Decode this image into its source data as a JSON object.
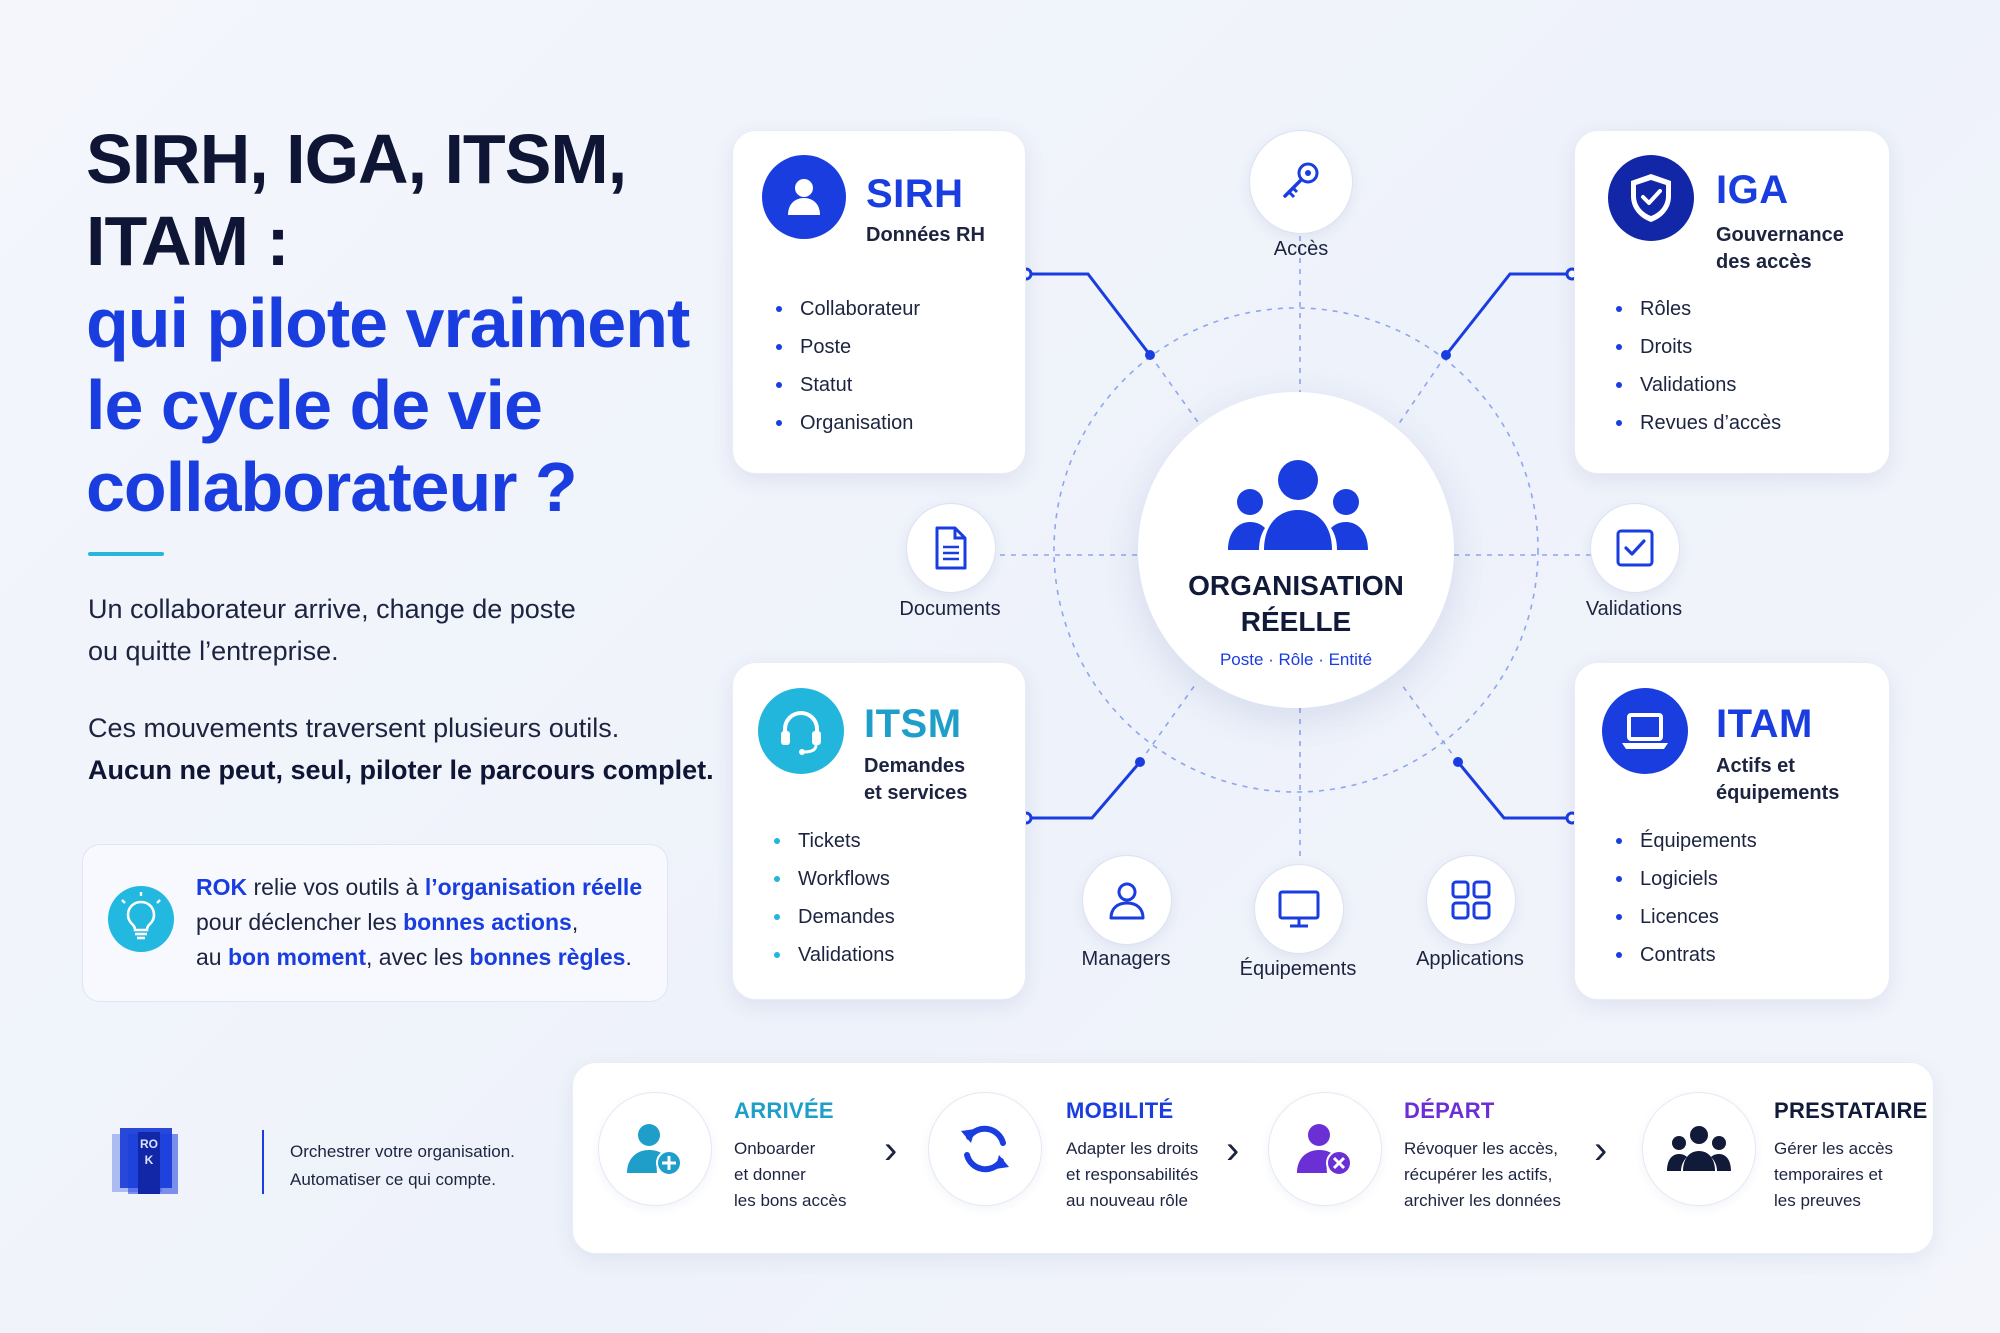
{
  "heading": {
    "line1": "SIRH, IGA, ITSM,",
    "line2": "ITAM :",
    "line3": "qui pilote vraiment",
    "line4": "le cycle de vie",
    "line5": "collaborateur ?"
  },
  "intro": {
    "p1_line1": "Un collaborateur arrive, change de poste",
    "p1_line2": "ou quitte l’entreprise.",
    "p2_line1": "Ces mouvements traversent plusieurs outils.",
    "p2_line2": "Aucun ne peut, seul, piloter le parcours complet."
  },
  "rok_box": {
    "brand": "ROK",
    "t1": " relie vos outils à ",
    "h1": "l’organisation réelle",
    "t2": "pour déclencher les ",
    "h2": "bonnes actions",
    "t3": ",",
    "t4": "au ",
    "h3": "bon moment",
    "t5": ", avec les ",
    "h4": "bonnes règles",
    "t6": "."
  },
  "center": {
    "title_line1": "ORGANISATION",
    "title_line2": "RÉELLE",
    "subtitle": "Poste · Rôle · Entité"
  },
  "cards": {
    "sirh": {
      "title": "SIRH",
      "sub1": "Données RH",
      "items": [
        "Collaborateur",
        "Poste",
        "Statut",
        "Organisation"
      ]
    },
    "iga": {
      "title": "IGA",
      "sub1": "Gouvernance",
      "sub2": "des accès",
      "items": [
        "Rôles",
        "Droits",
        "Validations",
        "Revues d’accès"
      ]
    },
    "itsm": {
      "title": "ITSM",
      "sub1": "Demandes",
      "sub2": "et services",
      "items": [
        "Tickets",
        "Workflows",
        "Demandes",
        "Validations"
      ]
    },
    "itam": {
      "title": "ITAM",
      "sub1": "Actifs et",
      "sub2": "équipements",
      "items": [
        "Équipements",
        "Logiciels",
        "Licences",
        "Contrats"
      ]
    }
  },
  "nodes": {
    "acces": "Accès",
    "documents": "Documents",
    "validations": "Validations",
    "managers": "Managers",
    "equipements": "Équipements",
    "applications": "Applications"
  },
  "logo": {
    "letters": "ROK"
  },
  "tagline": {
    "line1": "Orchestrer votre organisation.",
    "line2": "Automatiser ce qui compte."
  },
  "steps": [
    {
      "title": "ARRIVÉE",
      "l1": "Onboarder",
      "l2": "et donner",
      "l3": "les bons accès"
    },
    {
      "title": "MOBILITÉ",
      "l1": "Adapter les droits",
      "l2": "et responsabilités",
      "l3": "au nouveau rôle"
    },
    {
      "title": "DÉPART",
      "l1": "Révoquer les accès,",
      "l2": "récupérer les actifs,",
      "l3": "archiver les données"
    },
    {
      "title": "PRESTATAIRE",
      "l1": "Gérer les accès",
      "l2": "temporaires et",
      "l3": "les preuves"
    }
  ],
  "chevron": "›",
  "colors": {
    "primary_blue": "#1a3de0",
    "cyan": "#23b6dd",
    "navy": "#1226a8",
    "arrivee": "#1e9ec9",
    "mobilite": "#1a3de0",
    "depart": "#6b2fd6",
    "prestataire": "#121a3a"
  }
}
